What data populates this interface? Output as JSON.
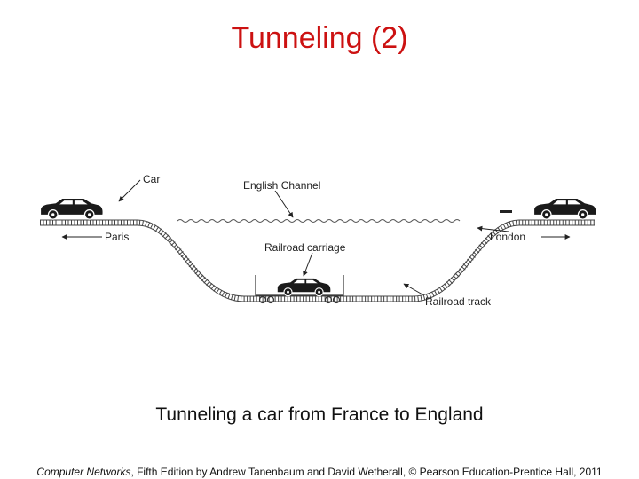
{
  "slide": {
    "title": "Tunneling (2)",
    "caption": "Tunneling a car from France to England"
  },
  "diagram": {
    "labels": {
      "car": "Car",
      "english_channel": "English Channel",
      "paris": "Paris",
      "london": "London",
      "railroad_carriage": "Railroad carriage",
      "railroad_track": "Railroad track"
    }
  },
  "footer": {
    "book_title": "Computer Networks",
    "rest": ", Fifth Edition by Andrew Tanenbaum and David Wetherall, © Pearson Education-Prentice Hall, 2011"
  },
  "colors": {
    "title": "#cc1111",
    "text": "#111111"
  }
}
